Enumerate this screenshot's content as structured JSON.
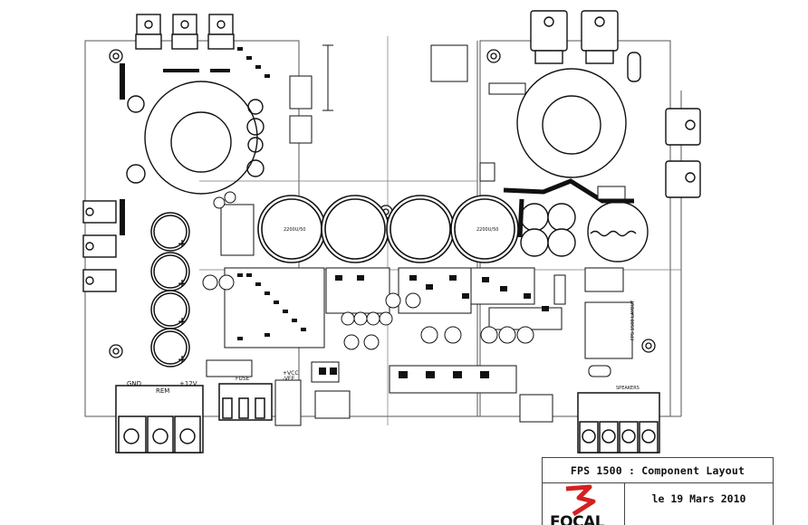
{
  "title_block": {
    "title": "FPS 1500 : Component Layout",
    "date": "le 19 Mars 2010",
    "logo_text": "FOCAL",
    "logo_color": "#d42020"
  },
  "board_labels": {
    "gnd": "GND",
    "rem": "REM",
    "plus12v": "+12V",
    "fuse": "FUSE",
    "vcc": "+VCC",
    "vee": "-VEE",
    "speakers": "SPEAKERS",
    "cap_rating": "2200U/50",
    "notes": "FPS 1500 LAYOUT"
  },
  "colors": {
    "ink": "#111111",
    "board_outline": "#555555",
    "paper": "#ffffff"
  }
}
